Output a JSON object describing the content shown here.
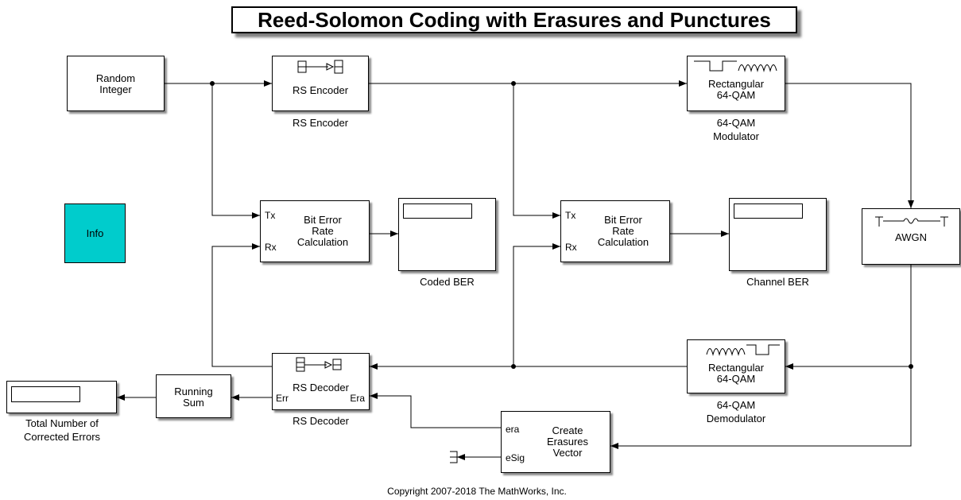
{
  "title": "Reed-Solomon Coding with Erasures and Punctures",
  "copyright": "Copyright 2007-2018 The MathWorks, Inc.",
  "blocks": {
    "random_integer": "Random\nInteger",
    "rs_encoder": "RS Encoder",
    "rs_encoder_label": "RS Encoder",
    "modulator": "Rectangular\n64-QAM",
    "modulator_label": "64-QAM\nModulator",
    "info": "Info",
    "ber_coded": "Bit Error\nRate\nCalculation",
    "ber_coded_tx": "Tx",
    "ber_coded_rx": "Rx",
    "coded_ber_label": "Coded BER",
    "ber_channel": "Bit Error\nRate\nCalculation",
    "ber_channel_tx": "Tx",
    "ber_channel_rx": "Rx",
    "channel_ber_label": "Channel BER",
    "awgn": "AWGN",
    "demodulator": "Rectangular\n64-QAM",
    "demodulator_label": "64-QAM\nDemodulator",
    "rs_decoder": "RS Decoder",
    "rs_decoder_err": "Err",
    "rs_decoder_era": "Era",
    "rs_decoder_label": "RS Decoder",
    "running_sum": "Running\nSum",
    "total_errors_label": "Total Number of\nCorrected Errors",
    "create_erasures": "Create\nErasures\nVector",
    "create_erasures_era": "era",
    "create_erasures_esig": "eSig"
  },
  "colors": {
    "info_block": "#00cccc"
  }
}
